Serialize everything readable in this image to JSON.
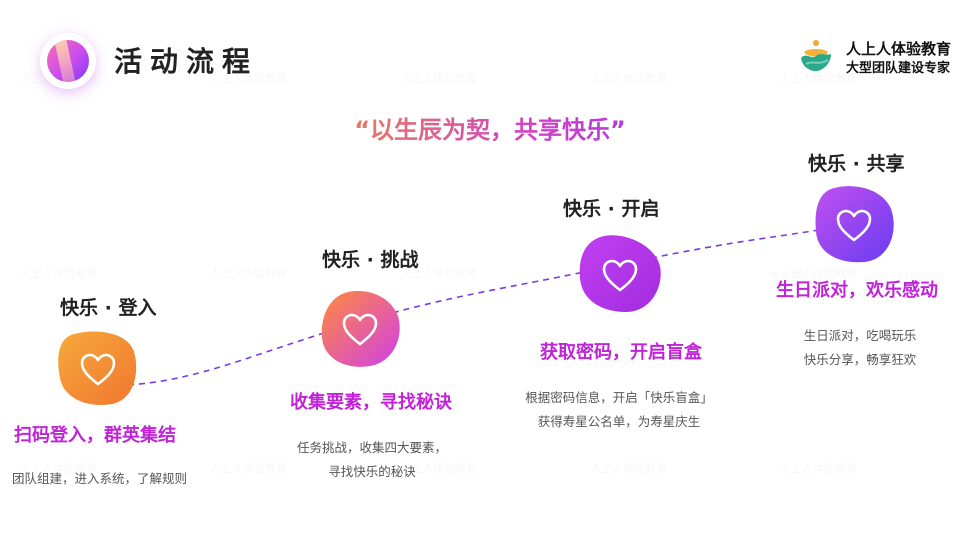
{
  "header": {
    "title": "活动流程",
    "brand_name": "人上人体验教育",
    "brand_tagline": "大型团队建设专家"
  },
  "slogan": "“以生辰为契，共享快乐”",
  "watermark_text": "人上人体验教育",
  "colors": {
    "accent": "#c024d8",
    "connector": "#7a3ce0",
    "stage_gradients": [
      [
        "#f6a93c",
        "#f0772f"
      ],
      [
        "#ff8a3c",
        "#d040e8"
      ],
      [
        "#c040f0",
        "#a32ce0"
      ],
      [
        "#c050f0",
        "#6a3cf0"
      ]
    ]
  },
  "stages": [
    {
      "title": "快乐 · 登入",
      "subtitle": "扫码登入，群英集结",
      "desc": [
        "团队组建，进入系统，了解规则"
      ],
      "icon": "heart-icon"
    },
    {
      "title": "快乐 · 挑战",
      "subtitle": "收集要素，寻找秘诀",
      "desc": [
        "任务挑战，收集四大要素，",
        "寻找快乐的秘诀"
      ],
      "icon": "heart-icon"
    },
    {
      "title": "快乐 · 开启",
      "subtitle": "获取密码，开启盲盒",
      "desc": [
        "根据密码信息，开启「快乐盲盒」",
        "获得寿星公名单，为寿星庆生"
      ],
      "icon": "heart-icon"
    },
    {
      "title": "快乐 · 共享",
      "subtitle": "生日派对，欢乐感动",
      "desc": [
        "生日派对，吃喝玩乐",
        "快乐分享，畅享狂欢"
      ],
      "icon": "heart-icon"
    }
  ]
}
